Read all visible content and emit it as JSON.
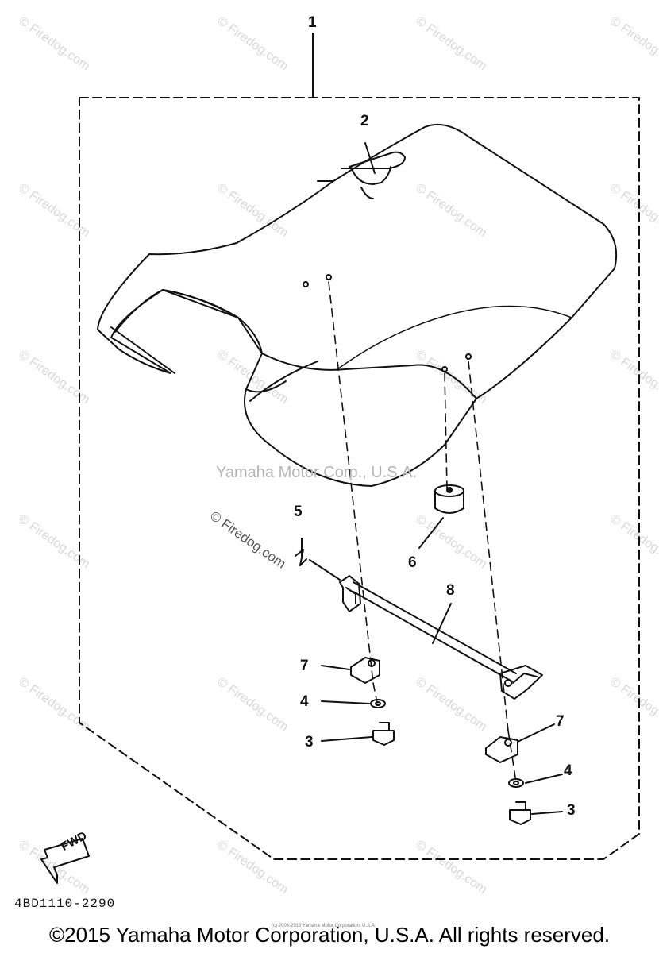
{
  "watermark": {
    "site_text": "© Firedog.com",
    "center_text": "Yamaha Motor Corp., U.S.A.",
    "tiny_note": "(c) 2006-2015 Yamaha Motor Corporation, U.S.A."
  },
  "callouts": {
    "c1": "1",
    "c2": "2",
    "c3a": "3",
    "c3b": "3",
    "c4a": "4",
    "c4b": "4",
    "c5": "5",
    "c6": "6",
    "c7a": "7",
    "c7b": "7",
    "c8": "8"
  },
  "fwd_label": "FWD",
  "part_code": "4BD1110-2290",
  "copyright": "©2015 Yamaha Motor Corporation, U.S.A. All rights reserved.",
  "colors": {
    "ink": "#111111",
    "watermark": "#d8d8d8"
  }
}
